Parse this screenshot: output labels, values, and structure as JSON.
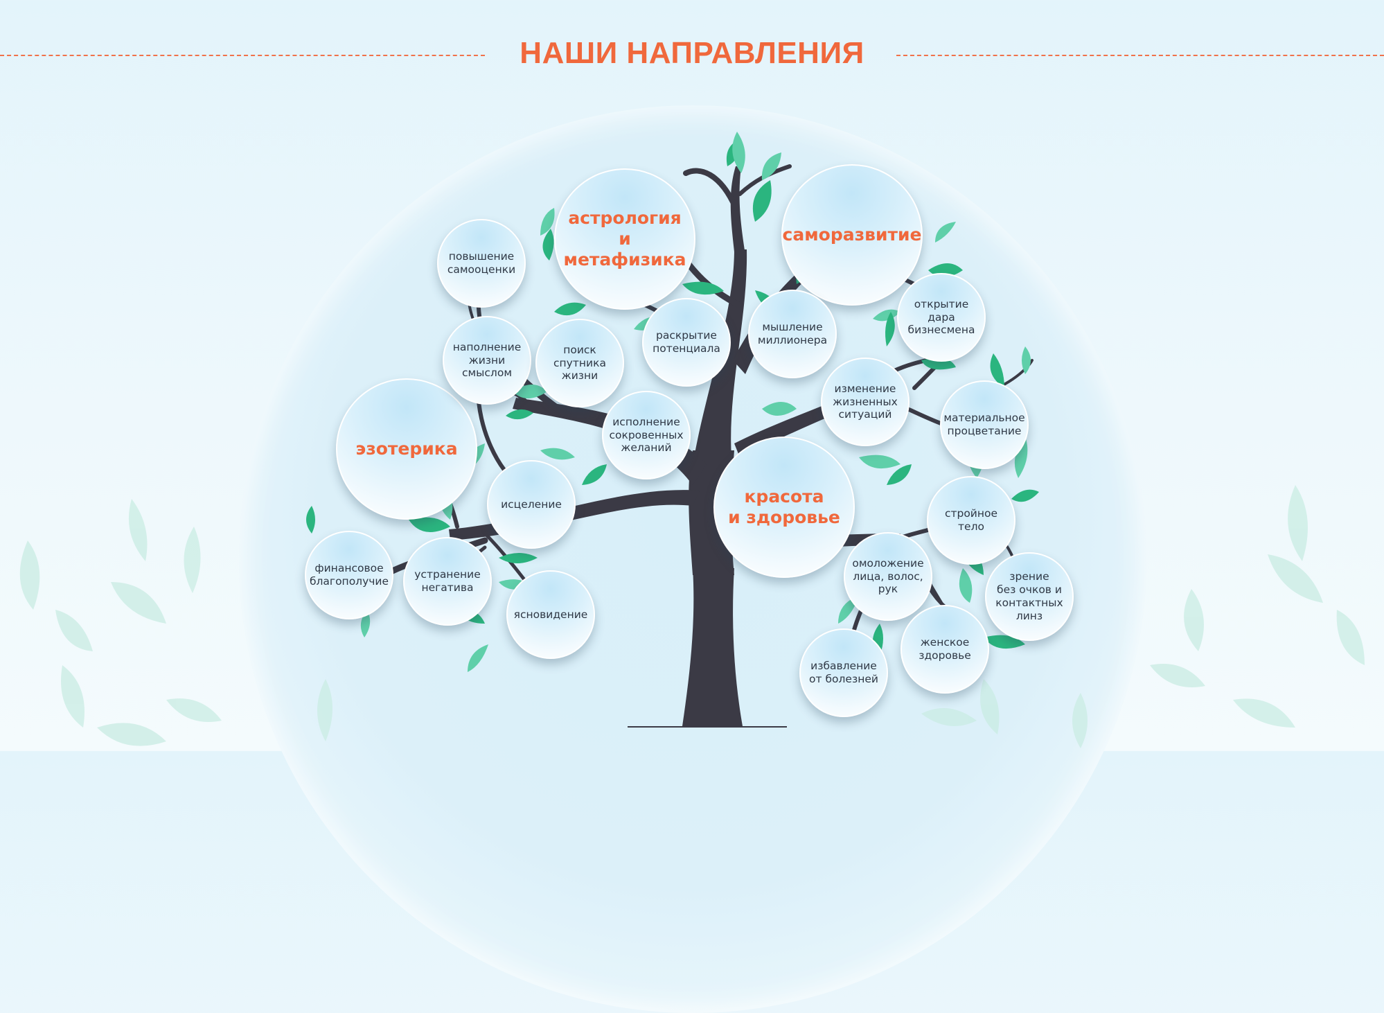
{
  "header": {
    "title": "НАШИ НАПРАВЛЕНИЯ"
  },
  "colors": {
    "accent": "#f0683c",
    "trunk": "#3b3a45",
    "leaf_dark": "#2bb57f",
    "leaf_light": "#5fcfa9",
    "bubble": "#d4eefa"
  },
  "categories": [
    {
      "label": "астрология\nи метафизика"
    },
    {
      "label": "саморазвитие"
    },
    {
      "label": "эзотерика"
    },
    {
      "label": "красота\nи здоровье"
    }
  ],
  "topics": [
    {
      "label": "повышение\nсамооценки"
    },
    {
      "label": "наполнение\nжизни\nсмыслом"
    },
    {
      "label": "поиск\nспутника\nжизни"
    },
    {
      "label": "раскрытие\nпотенциала"
    },
    {
      "label": "исполнение\nсокровенных\nжеланий"
    },
    {
      "label": "мышление\nмиллионера"
    },
    {
      "label": "открытие\nдара\nбизнесмена"
    },
    {
      "label": "изменение\nжизненных\nситуаций"
    },
    {
      "label": "материальное\nпроцветание"
    },
    {
      "label": "исцеление"
    },
    {
      "label": "финансовое\nблагополучие"
    },
    {
      "label": "устранение\nнегатива"
    },
    {
      "label": "ясновидение"
    },
    {
      "label": "стройное\nтело"
    },
    {
      "label": "омоложение\nлица, волос,\nрук"
    },
    {
      "label": "зрение\nбез очков и\nконтактных\nлинз"
    },
    {
      "label": "женское\nздоровье"
    },
    {
      "label": "избавление\nот болезней"
    }
  ]
}
